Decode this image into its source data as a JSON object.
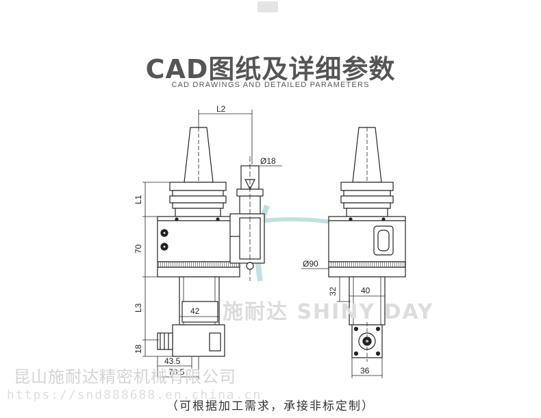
{
  "header": {
    "title": "CAD图纸及详细参数",
    "subtitle": "CAD DRAWINGS AND DETAILED PARAMETERS"
  },
  "dimensions": {
    "L2": "L2",
    "d18": "Ø18",
    "L1": "L1",
    "h70": "70",
    "L3": "L3",
    "w42": "42",
    "h18": "18",
    "w43_5": "43.5",
    "w70_5": "70.5",
    "d90": "Ø90",
    "h32": "32",
    "w40": "40",
    "w36": "36"
  },
  "watermark": {
    "company": "昆山施耐达精密机械有限公司",
    "url": "https://snd888688.en.china.cn",
    "brand": "施耐达 SHINY DAY"
  },
  "footer": {
    "note": "（可根据加工需求，承接非标定制）"
  },
  "colors": {
    "title": "#555555",
    "watermark_teal": "#4aa9a8",
    "line": "#222222"
  }
}
